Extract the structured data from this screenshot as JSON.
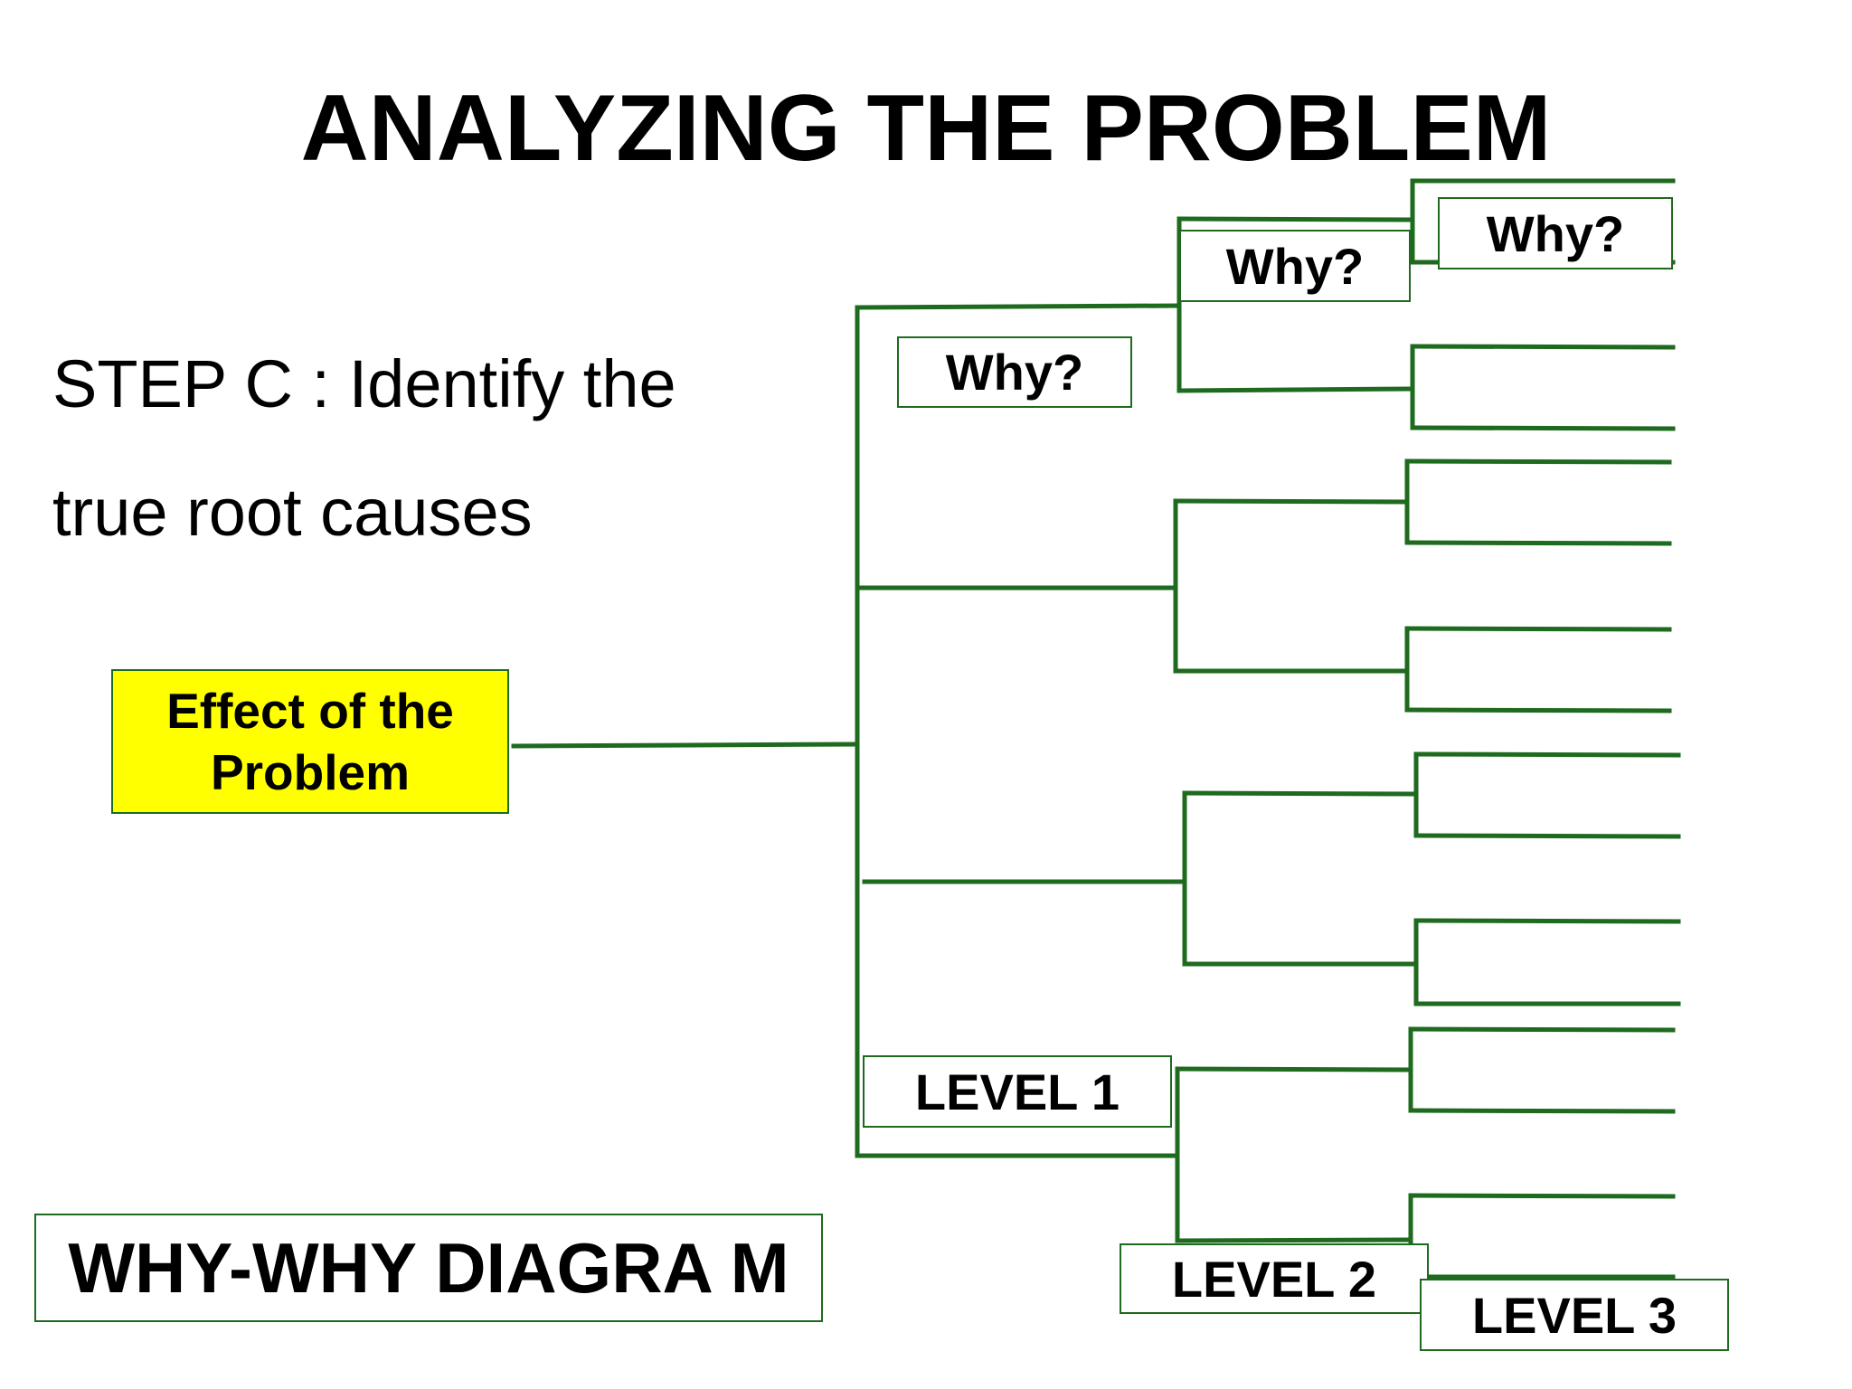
{
  "title": "ANALYZING THE PROBLEM",
  "step": {
    "line1": "STEP C : Identify the",
    "line2": "true root causes"
  },
  "effect_box": {
    "text": "Effect of the Problem"
  },
  "why_labels": [
    "Why?",
    "Why?",
    "Why?"
  ],
  "level_labels": [
    "LEVEL 1",
    "LEVEL 2",
    "LEVEL 3"
  ],
  "diagram_label": "WHY-WHY DIAGRA M",
  "colors": {
    "line": "#1e6a1e",
    "box_border": "#1e6a1e",
    "effect_fill": "#ffff00",
    "text": "#000000"
  }
}
